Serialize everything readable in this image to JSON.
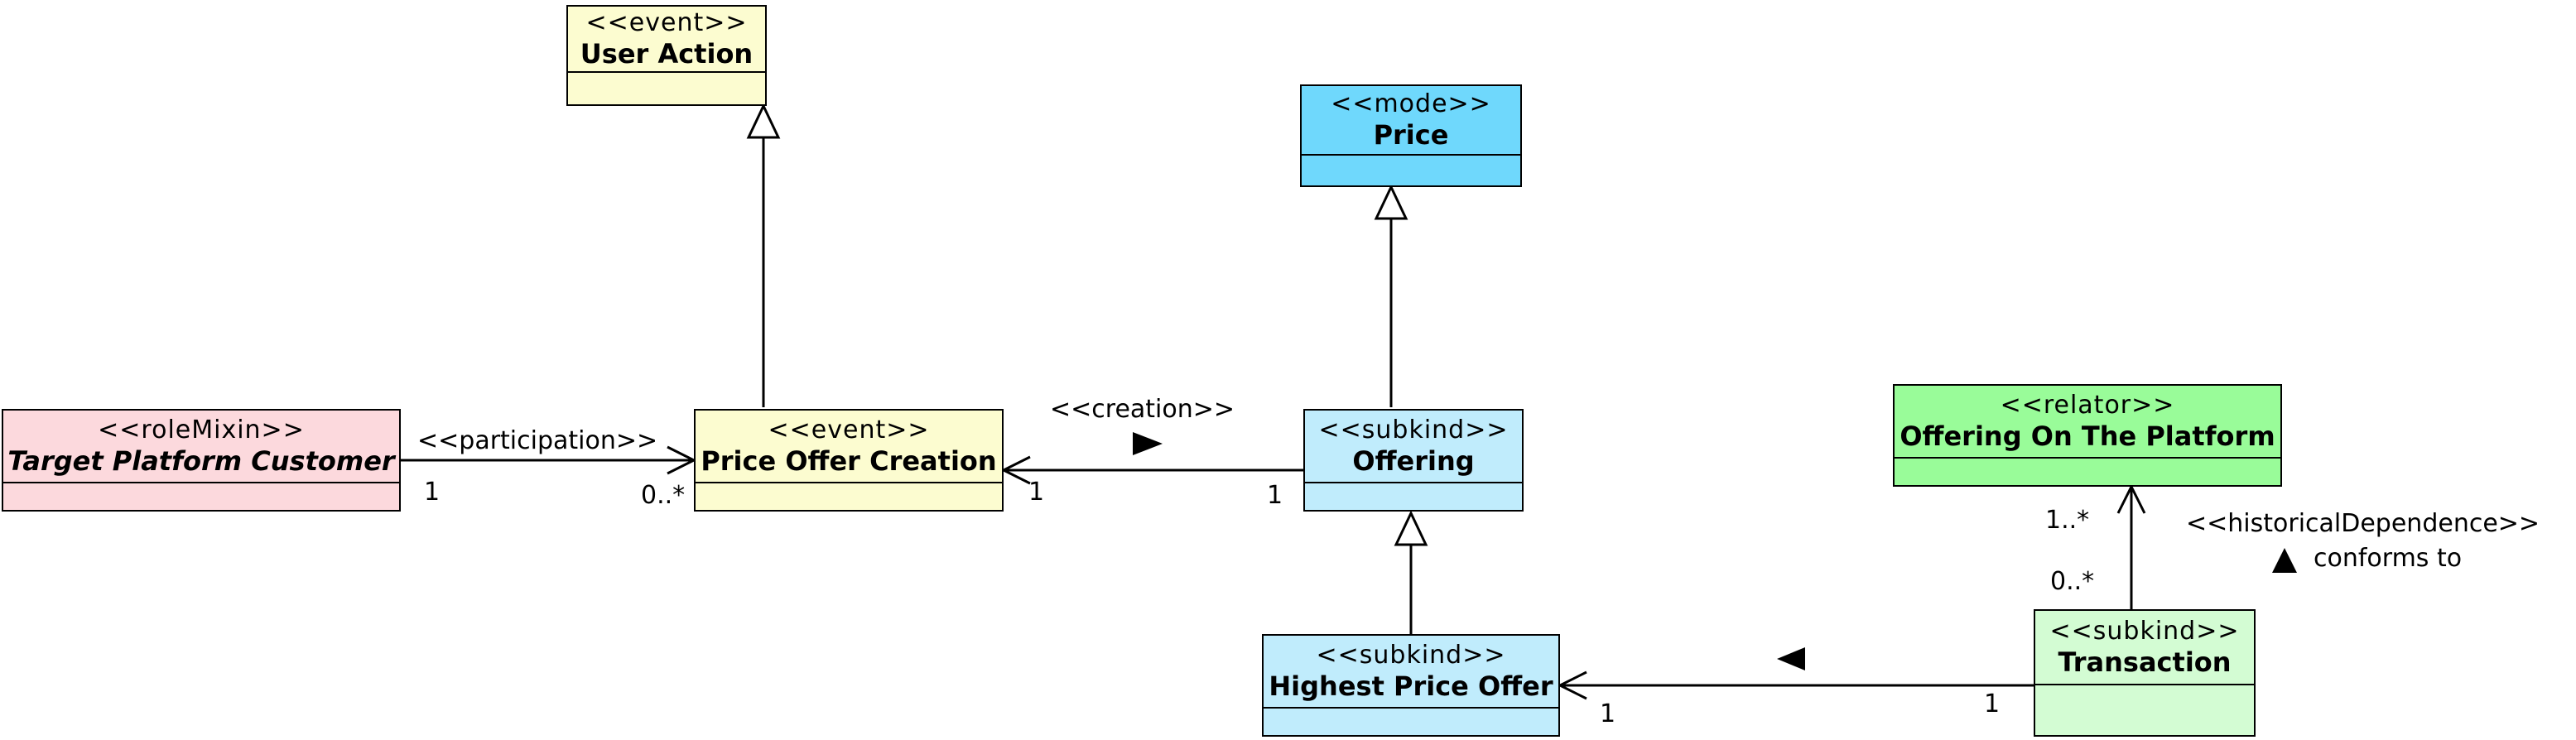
{
  "colors": {
    "event": "#fcfcd0",
    "mode": "#6fd8fc",
    "subkind_blue": "#c0ecfc",
    "roleMixin": "#fcd9dd",
    "relator": "#99fc99",
    "subkind_green": "#d3fcd3",
    "line": "#000000"
  },
  "classes": {
    "user_action": {
      "stereotype": "<<event>>",
      "name": "User Action"
    },
    "price": {
      "stereotype": "<<mode>>",
      "name": "Price"
    },
    "target_platform_customer": {
      "stereotype": "<<roleMixin>>",
      "name": "Target Platform Customer"
    },
    "price_offer_creation": {
      "stereotype": "<<event>>",
      "name": "Price Offer Creation"
    },
    "offering": {
      "stereotype": "<<subkind>>",
      "name": "Offering"
    },
    "offering_on_the_platform": {
      "stereotype": "<<relator>>",
      "name": "Offering On The Platform"
    },
    "highest_price_offer": {
      "stereotype": "<<subkind>>",
      "name": "Highest Price Offer"
    },
    "transaction": {
      "stereotype": "<<subkind>>",
      "name": "Transaction"
    }
  },
  "associations": {
    "participation": {
      "label": "<<participation>>",
      "source_mult": "1",
      "target_mult": "0..*"
    },
    "creation": {
      "label": "<<creation>>",
      "source_mult": "1",
      "target_mult": "1"
    },
    "historical_dependence": {
      "label": "<<historicalDependence>>",
      "role": "conforms to",
      "source_mult": "0..*",
      "target_mult": "1..*"
    },
    "transaction_offer": {
      "source_mult": "1",
      "target_mult": "1"
    }
  }
}
